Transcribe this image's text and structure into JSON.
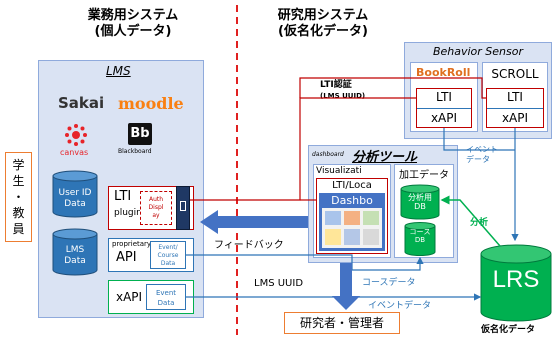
{
  "headers": {
    "left": "業務用システム\n(個人データ)",
    "left_l1": "業務用システム",
    "left_l2": "(個人データ)",
    "right_l1": "研究用システム",
    "right_l2": "(仮名化データ)"
  },
  "lms": {
    "title": "LMS",
    "logos": [
      "Sakai",
      "moodle",
      "canvas",
      "Bb",
      "Blackboard"
    ],
    "user_id_db": [
      "User ID",
      "Data"
    ],
    "lms_db": [
      "LMS",
      "Data"
    ],
    "lti_plugin": [
      "LTI",
      "plugin"
    ],
    "auth_display": [
      "Auth",
      "Displ",
      "ay"
    ],
    "prop_api_small": "proprietary",
    "prop_api": "API",
    "event_course": [
      "Event/",
      "Course",
      "Data"
    ],
    "xapi": "xAPI",
    "event_data": [
      "Event",
      "Data"
    ]
  },
  "student": [
    "学",
    "生",
    "・",
    "教",
    "員"
  ],
  "behavior_sensor": {
    "title": "Behavior Sensor",
    "bookroll": "BookRoll",
    "scroll": "SCROLL",
    "lti": "LTI",
    "xapi": "xAPI"
  },
  "lti_auth": {
    "line1": "LTI認証",
    "line2": "(LMS UUID)"
  },
  "analysis": {
    "dashboard_small": "dashboard",
    "title": "分析ツール",
    "visualization": "Visualizati",
    "lti_loca": "LTI/Loca",
    "dashbo": "Dashbo",
    "processed": "加工データ",
    "analysis_db": [
      "分析用",
      "DB"
    ],
    "course_db": [
      "コー",
      "ス",
      "DB"
    ]
  },
  "labels": {
    "event_data_v": [
      "イベント",
      "データ"
    ],
    "bunseki": "分析",
    "feedback": "フィードバック",
    "lms_uuid": "LMS UUID",
    "course_data": "コースデータ",
    "event_data": "イベントデータ",
    "researcher": "研究者・管理者",
    "lrs": "LRS",
    "pseudonymized": "仮名化データ"
  },
  "colors": {
    "red_line": "#c00000",
    "blue_line": "#2e75b6",
    "green_db": "#00b050",
    "blue_db": "#2e75b6",
    "orange_border": "#ed7d31",
    "panel_bg": "#dae3f3"
  }
}
